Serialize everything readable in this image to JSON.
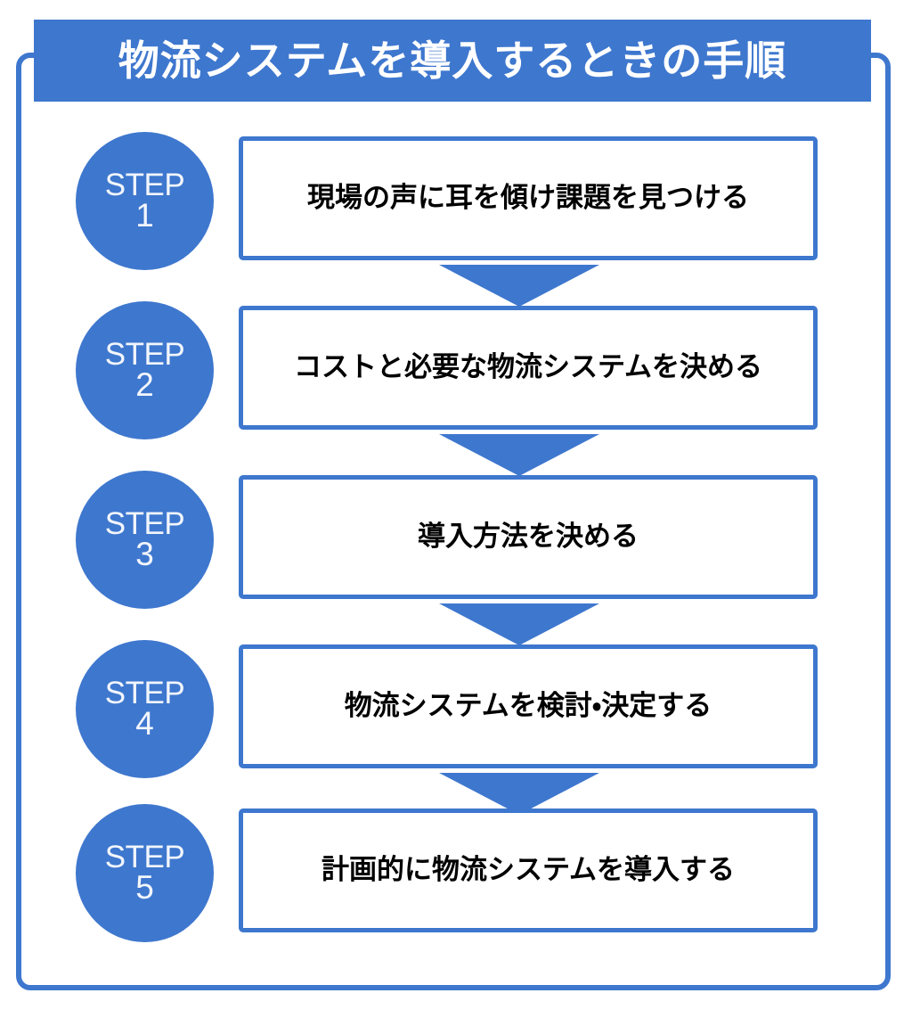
{
  "header": {
    "title": "物流システムを導入するときの手順",
    "banner_color": "#3E77CE",
    "title_color": "#FFFFFF"
  },
  "frame": {
    "border_color": "#3E77CE"
  },
  "flow": {
    "step_word": "STEP",
    "arrow_color": "#3E77CE",
    "box_border_color": "#3E77CE",
    "circle_color": "#3E77CE",
    "steps": [
      {
        "number": "1",
        "label": "現場の声に耳を傾け課題を見つける"
      },
      {
        "number": "2",
        "label": "コストと必要な物流システムを決める"
      },
      {
        "number": "3",
        "label": "導入方法を決める"
      },
      {
        "number": "4",
        "label": "物流システムを検討・決定する"
      },
      {
        "number": "5",
        "label": "計画的に物流システムを導入する"
      }
    ]
  }
}
